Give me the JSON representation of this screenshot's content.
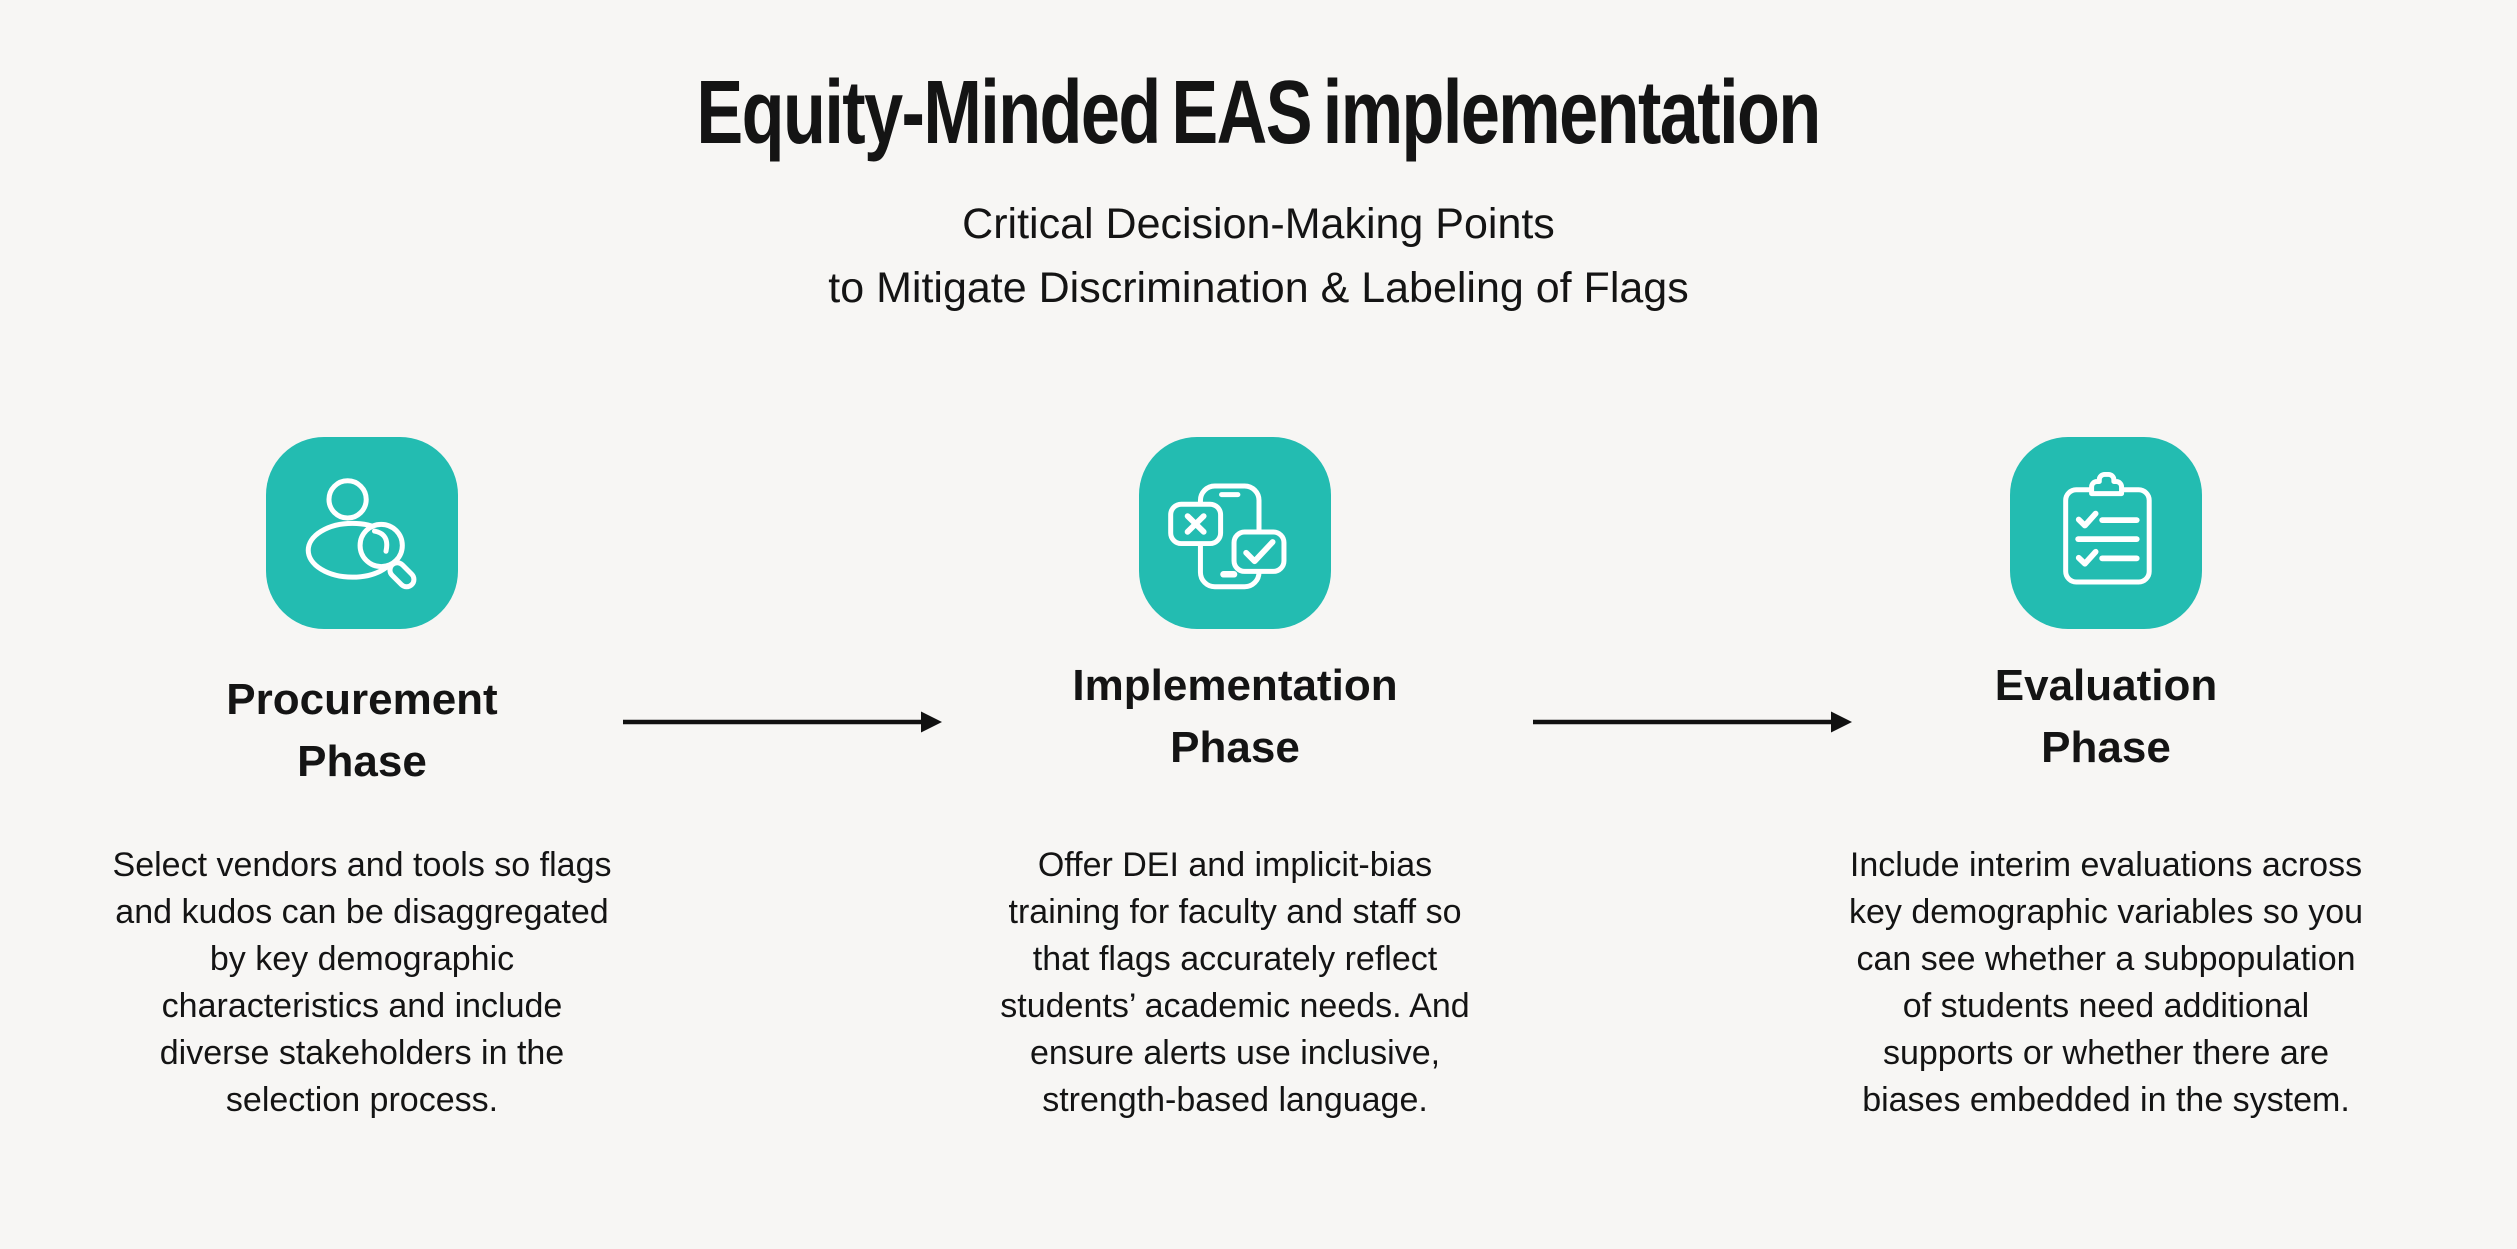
{
  "page": {
    "title": "Equity-Minded EAS implementation",
    "subtitle": "Critical Decision-Making Points\nto Mitigate Discrimination & Labeling of Flags"
  },
  "colors": {
    "background": "#F7F6F4",
    "accent_teal": "#23BCB1",
    "icon_stroke": "#FFFFFF",
    "text": "#141414",
    "arrow": "#111111"
  },
  "phases": [
    {
      "icon": "person-search-icon",
      "title": "Procurement\nPhase",
      "description": "Select vendors and tools so flags\nand kudos can be disaggregated\nby key demographic\ncharacteristics and include\ndiverse stakeholders in the\nselection process."
    },
    {
      "icon": "phone-alerts-icon",
      "title": "Implementation\nPhase",
      "description": "Offer DEI and implicit-bias\ntraining for faculty and staff so\nthat flags accurately reflect\nstudents’ academic needs. And\nensure alerts use inclusive,\nstrength-based language."
    },
    {
      "icon": "clipboard-checklist-icon",
      "title": "Evaluation\nPhase",
      "description": "Include interim evaluations across\nkey demographic variables so you\ncan see whether a subpopulation\nof students need additional\nsupports or whether there are\nbiases embedded in the system."
    }
  ],
  "arrows": [
    {
      "icon": "arrow-right-icon"
    },
    {
      "icon": "arrow-right-icon"
    }
  ]
}
